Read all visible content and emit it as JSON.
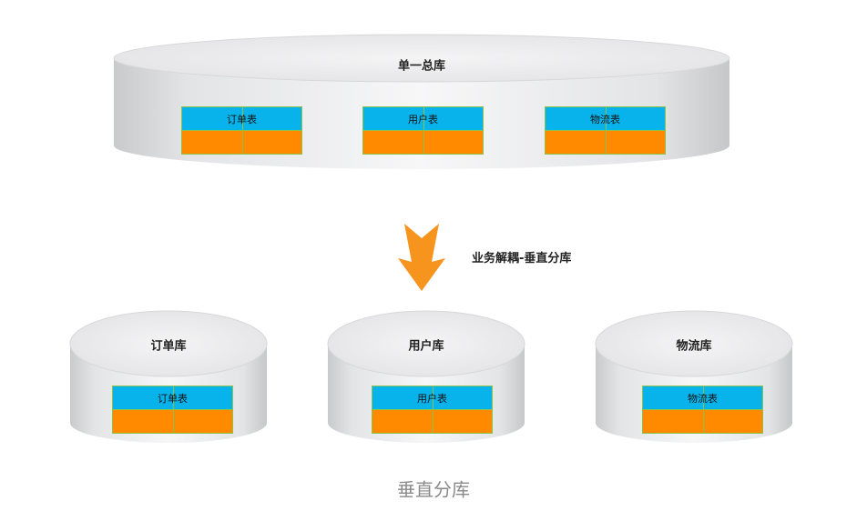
{
  "total_db": {
    "label": "单一总库",
    "tables": [
      "订单表",
      "用户表",
      "物流表"
    ]
  },
  "arrow": {
    "label": "业务解耦-垂直分库",
    "color": "#f7941d"
  },
  "split_dbs": [
    {
      "label": "订单库",
      "table": "订单表"
    },
    {
      "label": "用户库",
      "table": "用户表"
    },
    {
      "label": "物流库",
      "table": "物流表"
    }
  ],
  "caption": "垂直分库",
  "colors": {
    "table_header": "#08b3ec",
    "table_body": "#ff8a00",
    "table_border": "#8bc34a"
  }
}
